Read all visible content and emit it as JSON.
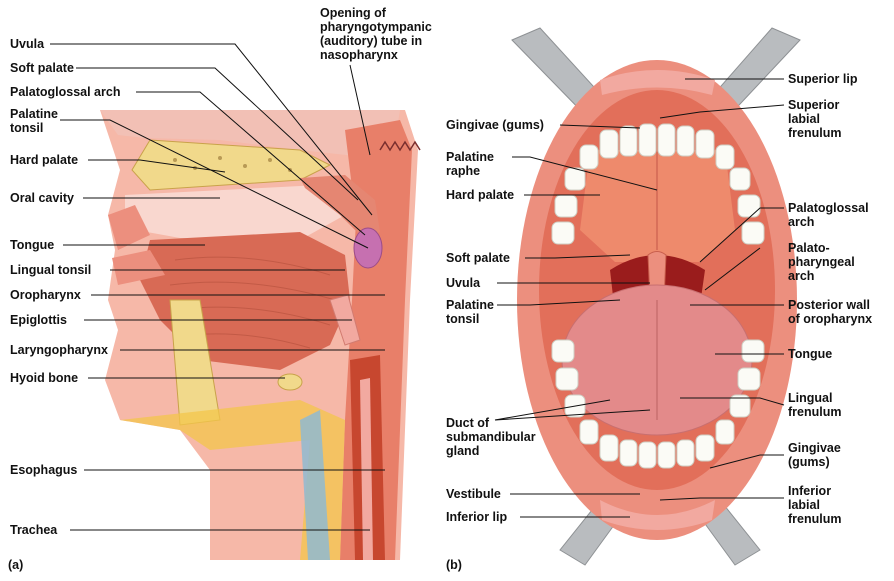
{
  "panel_a": {
    "tag": "(a)",
    "labels": {
      "uvula": "Uvula",
      "soft_palate": "Soft palate",
      "palatoglossal_arch": "Palatoglossal arch",
      "palatine_tonsil": "Palatine\ntonsil",
      "hard_palate": "Hard palate",
      "oral_cavity": "Oral cavity",
      "tongue": "Tongue",
      "lingual_tonsil": "Lingual tonsil",
      "oropharynx": "Oropharynx",
      "epiglottis": "Epiglottis",
      "laryngopharynx": "Laryngopharynx",
      "hyoid_bone": "Hyoid bone",
      "esophagus": "Esophagus",
      "trachea": "Trachea",
      "pharyngotympanic": "Opening of\npharyngotympanic\n(auditory) tube in\nnasopharynx"
    }
  },
  "panel_b": {
    "tag": "(b)",
    "labels": {
      "gingivae_top": "Gingivae (gums)",
      "palatine_raphe": "Palatine\nraphe",
      "hard_palate": "Hard palate",
      "soft_palate": "Soft palate",
      "uvula": "Uvula",
      "palatine_tonsil": "Palatine\ntonsil",
      "duct": "Duct of\nsubmandibular\ngland",
      "vestibule": "Vestibule",
      "inferior_lip": "Inferior lip",
      "superior_lip": "Superior lip",
      "superior_frenulum": "Superior\nlabial\nfrenulum",
      "palatoglossal_arch": "Palatoglossal\narch",
      "palatopharyngeal_arch": "Palato-\npharyngeal\narch",
      "posterior_wall": "Posterior wall\nof oropharynx",
      "tongue": "Tongue",
      "lingual_frenulum": "Lingual\nfrenulum",
      "gingivae_bottom": "Gingivae\n(gums)",
      "inferior_frenulum": "Inferior\nlabial\nfrenulum"
    }
  },
  "colors": {
    "muscle": "#d9705a",
    "muscle_dark": "#b84a3a",
    "pink": "#f2a9a0",
    "bone": "#f1d98b",
    "fat": "#f3c64b",
    "tongue": "#e38a8a",
    "lip": "#ec8f7e",
    "tooth": "#fbfbf6",
    "metal": "#b9bcbf",
    "throat": "#9a1c1c"
  }
}
